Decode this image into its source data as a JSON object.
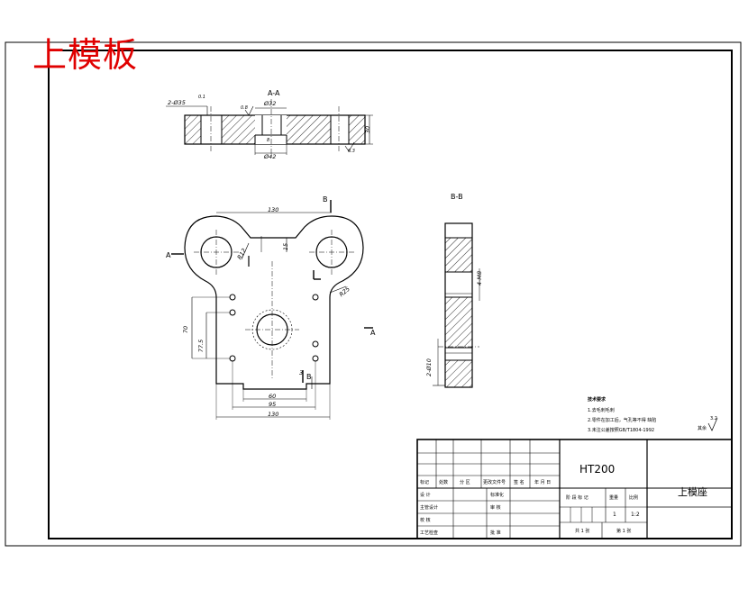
{
  "overlay_title": "上模板",
  "views": {
    "section_aa": "A-A",
    "section_bb": "B-B",
    "marker_a": "A",
    "marker_b": "B"
  },
  "dims": {
    "hole_spec": "2-Ø35",
    "hole_tol": "0.1",
    "dia32": "Ø32",
    "dia42": "Ø42",
    "thick": "30",
    "r25": "R25",
    "d130_top": "130",
    "d15": "15",
    "d70": "70",
    "d77": "77.5",
    "d60": "60",
    "d95": "95",
    "d130_bot": "130",
    "d3": "3",
    "d4": "4-M8",
    "side_spec": "2-Ø10",
    "r12": "R12",
    "rough_a": "0.8",
    "rough_b": "6.3",
    "d8": "8"
  },
  "notes": {
    "heading": "技术要求",
    "items": [
      "1.去毛刺毛刺",
      "2.零件在加工后，气孔等不得 缺陷",
      "3.未注公差按照GB/T1804-1992"
    ],
    "rest_label": "其余",
    "rest_value": "3.2"
  },
  "title_block": {
    "material": "HT200",
    "part_name": "上模座",
    "row_labels": [
      "标记",
      "处数",
      "分 区",
      "更改文件号",
      "签 名",
      "年 月 日"
    ],
    "left_labels": [
      "设 计",
      "主管设计",
      "校 核",
      "工艺检查"
    ],
    "mid_labels": [
      "标准化",
      "审 核",
      "批 准"
    ],
    "stage_labels": [
      "阶 段 标 记",
      "重量",
      "比例"
    ],
    "quantity": "1",
    "scale": "1:2",
    "sheet_total": "共 1 张",
    "sheet_num": "第 1 张"
  }
}
